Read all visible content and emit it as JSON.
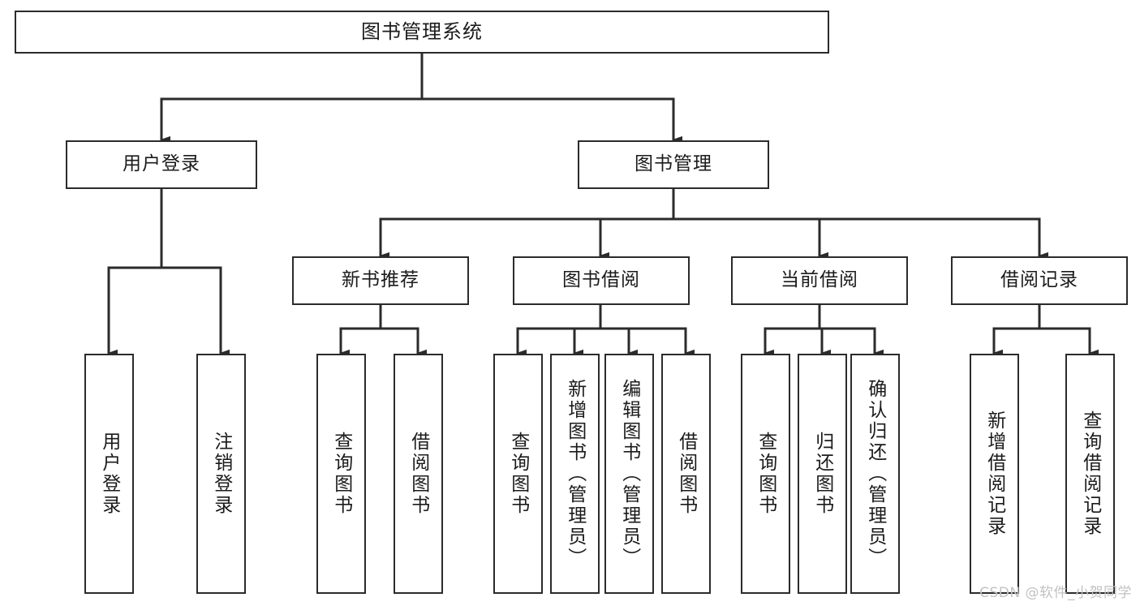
{
  "diagram": {
    "type": "tree",
    "title_node": "图书管理系统",
    "watermark": "CSDN @软件_小贺同学",
    "colors": {
      "box_border": "#2b2b2b",
      "box_fill": "#ffffff",
      "connector": "#2b2b2b",
      "text": "#1b1b1b",
      "watermark": "#c2c2c2",
      "background": "#ffffff"
    },
    "levels": {
      "root": {
        "label": "图书管理系统"
      },
      "level2": [
        {
          "label": "用户登录"
        },
        {
          "label": "图书管理"
        }
      ],
      "level3": [
        {
          "label": "新书推荐"
        },
        {
          "label": "图书借阅"
        },
        {
          "label": "当前借阅"
        },
        {
          "label": "借阅记录"
        }
      ],
      "leaves": [
        {
          "label": "用户登录",
          "parent": "用户登录"
        },
        {
          "label": "注销登录",
          "parent": "用户登录"
        },
        {
          "label": "查询图书",
          "parent": "新书推荐"
        },
        {
          "label": "借阅图书",
          "parent": "新书推荐"
        },
        {
          "label": "查询图书",
          "parent": "图书借阅"
        },
        {
          "label": "新增图书（管理员）",
          "parent": "图书借阅"
        },
        {
          "label": "编辑图书（管理员）",
          "parent": "图书借阅"
        },
        {
          "label": "借阅图书",
          "parent": "图书借阅"
        },
        {
          "label": "查询图书",
          "parent": "当前借阅"
        },
        {
          "label": "归还图书",
          "parent": "当前借阅"
        },
        {
          "label": "确认归还（管理员）",
          "parent": "当前借阅"
        },
        {
          "label": "新增借阅记录",
          "parent": "借阅记录"
        },
        {
          "label": "查询借阅记录",
          "parent": "借阅记录"
        }
      ]
    }
  }
}
